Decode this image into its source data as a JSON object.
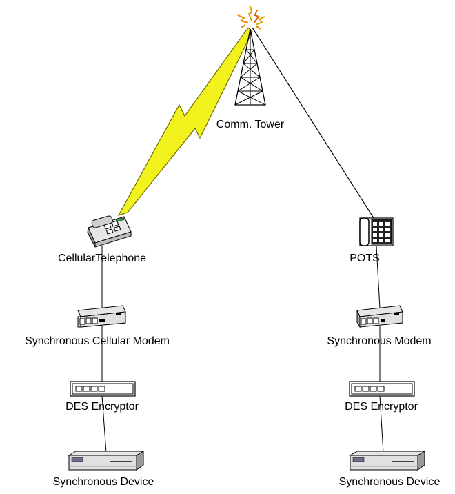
{
  "nodes": {
    "tower": {
      "label": "Comm. Tower"
    },
    "left": {
      "phone": {
        "label": "CellularTelephone"
      },
      "modem": {
        "label": "Synchronous Cellular Modem"
      },
      "encryptor": {
        "label": "DES Encryptor"
      },
      "device": {
        "label": "Synchronous Device"
      }
    },
    "right": {
      "phone": {
        "label": "POTS"
      },
      "modem": {
        "label": "Synchronous  Modem"
      },
      "encryptor": {
        "label": "DES Encryptor"
      },
      "device": {
        "label": "Synchronous Device"
      }
    }
  },
  "colors": {
    "wireless_link": "#f2f21e",
    "wireless_outline": "#7f7f00",
    "device_body": "#e6e6e6",
    "device_shade": "#a9a9a9",
    "line": "#000000",
    "antenna_spark": "#ffcc00"
  }
}
